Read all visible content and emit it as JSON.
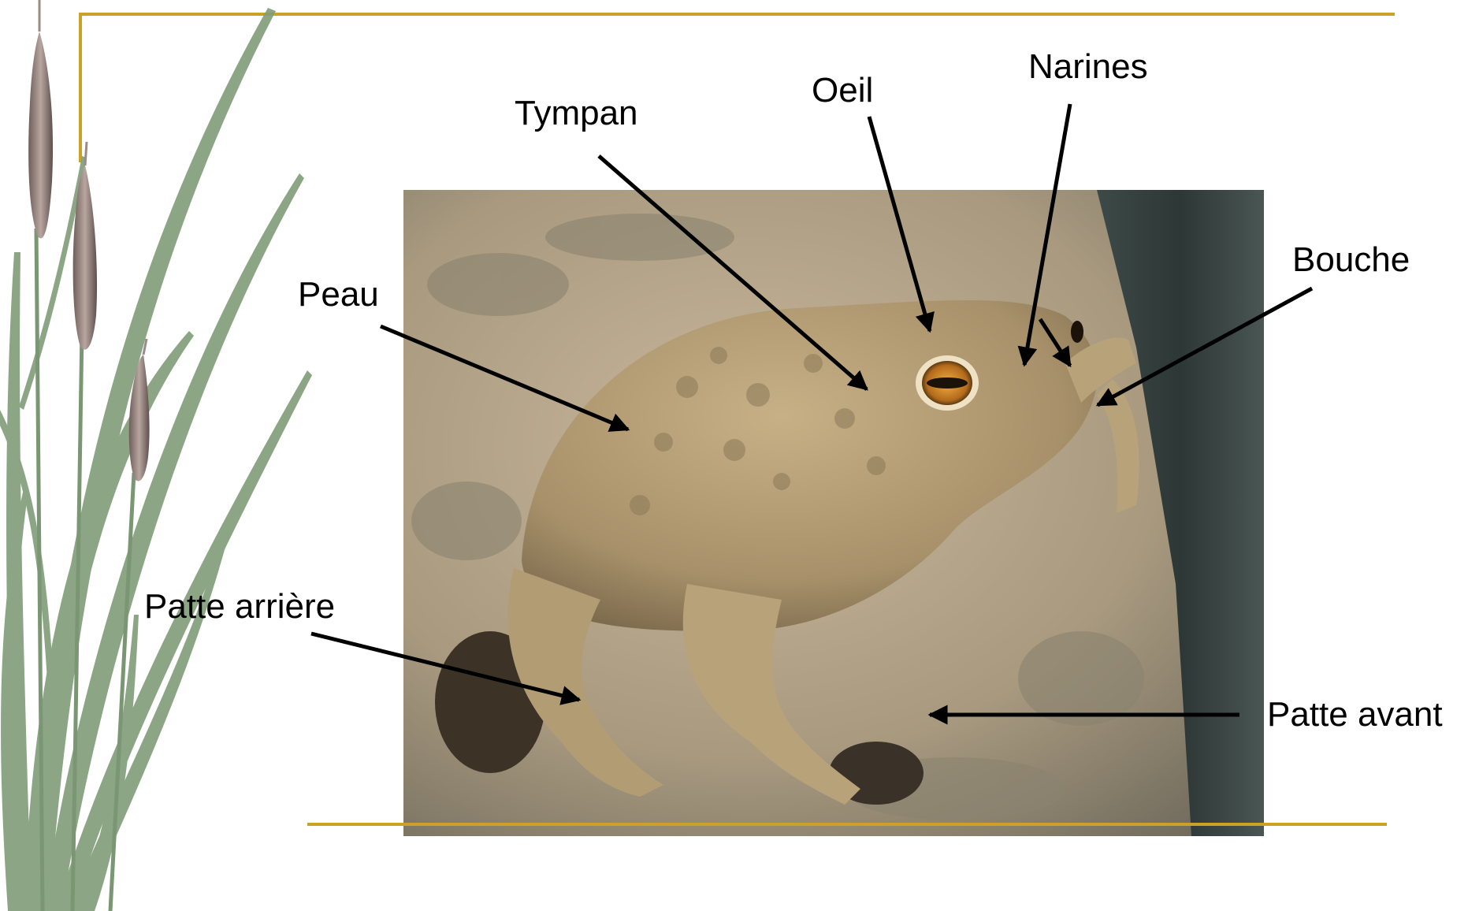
{
  "labels": {
    "tympan": "Tympan",
    "oeil": "Oeil",
    "narines": "Narines",
    "bouche": "Bouche",
    "peau": "Peau",
    "patte_arriere": "Patte arrière",
    "patte_avant": "Patte avant"
  },
  "colors": {
    "frame": "#c9a227",
    "arrow": "#000000",
    "reed_leaf": "#7f9c78",
    "reed_head": "#9e8984"
  }
}
